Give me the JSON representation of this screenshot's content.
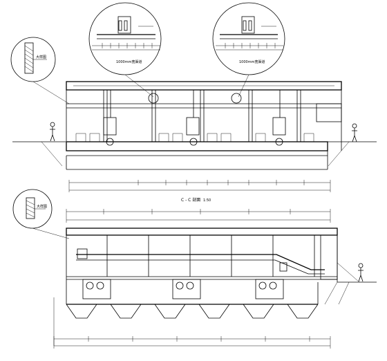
{
  "drawing": {
    "section_title": "C - C 剖面",
    "section_scale": "1:50"
  },
  "callouts": {
    "top_left_detail": "大样图",
    "top_mid_detail": "1000mm宽渠道",
    "top_right_detail": "1000mm宽渠道",
    "bottom_left_detail": "大样图"
  },
  "colors": {
    "line": "#000000",
    "background": "#ffffff"
  }
}
